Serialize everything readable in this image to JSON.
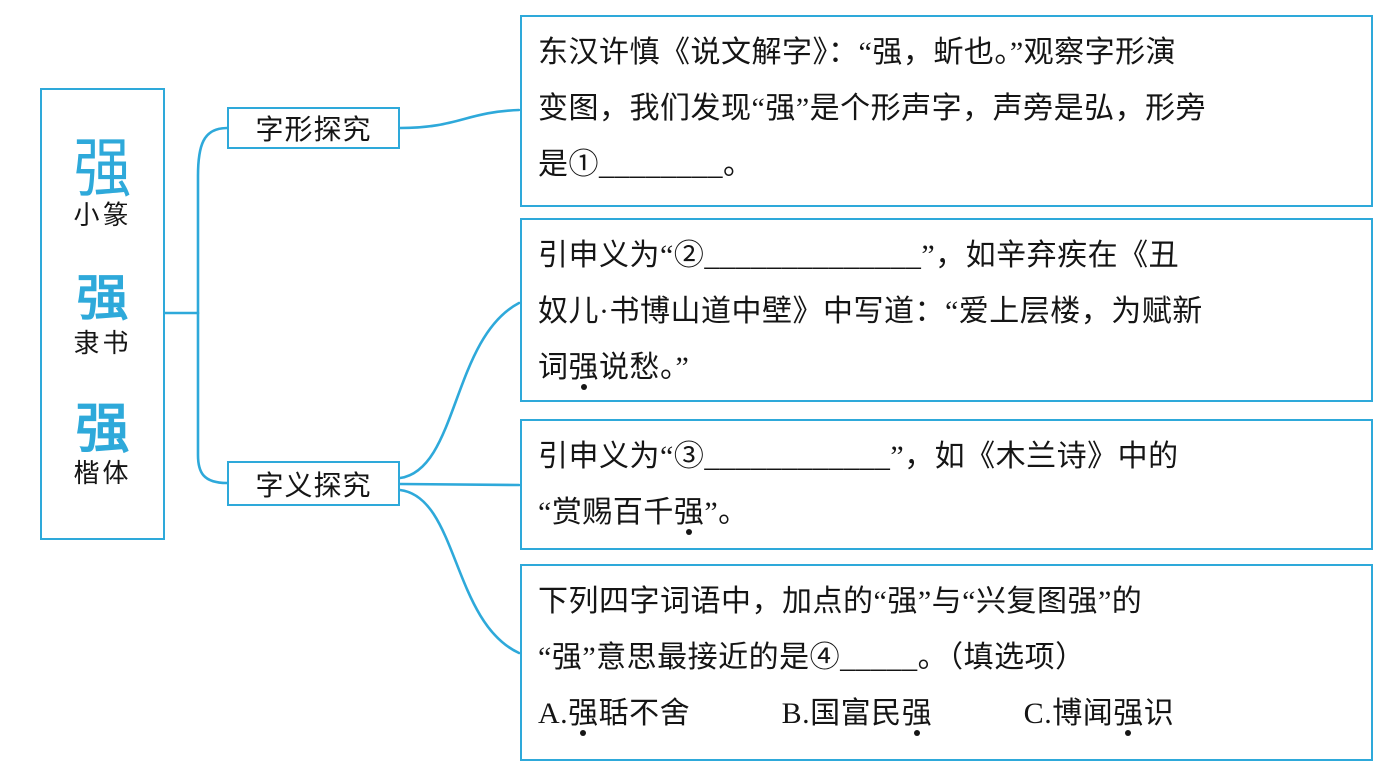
{
  "palette": {
    "accent": "#2ea9da",
    "ink": "#151515",
    "background": "#ffffff"
  },
  "left_panel": {
    "scripts": [
      {
        "glyph": "强",
        "label": "小篆"
      },
      {
        "glyph": "强",
        "label": "隶书"
      },
      {
        "glyph": "强",
        "label": "楷体"
      }
    ]
  },
  "nodes": {
    "form": {
      "label": "字形探究"
    },
    "meaning": {
      "label": "字义探究"
    }
  },
  "boxes": [
    {
      "name": "shuowen-analysis",
      "lines": [
        [
          {
            "t": "东汉许慎《说文解字》：“强，蚚也。”观察字形演"
          }
        ],
        [
          {
            "t": "变图，我们发现“强”是个形声字，声旁是弘，形旁"
          }
        ],
        [
          {
            "t": "是①________。"
          }
        ]
      ]
    },
    {
      "name": "extended-meaning-2",
      "lines": [
        [
          {
            "t": "引申义为“②______________”，如辛弃疾在《丑"
          }
        ],
        [
          {
            "t": "奴儿·书博山道中壁》中写道：“爱上层楼，为赋新"
          }
        ],
        [
          {
            "t": "词"
          },
          {
            "t": "强",
            "d": true
          },
          {
            "t": "说愁。”"
          }
        ]
      ]
    },
    {
      "name": "extended-meaning-3",
      "lines": [
        [
          {
            "t": "引申义为“③____________”，如《木兰诗》中的"
          }
        ],
        [
          {
            "t": "“赏赐百千"
          },
          {
            "t": "强",
            "d": true
          },
          {
            "t": "”。"
          }
        ]
      ]
    },
    {
      "name": "multiple-choice",
      "lines": [
        [
          {
            "t": "下列四字词语中，加点的“强”与“兴复图强”的"
          }
        ],
        [
          {
            "t": "“强”意思最接近的是④_____。（填选项）"
          }
        ],
        [
          {
            "t": "A."
          },
          {
            "t": "强",
            "d": true
          },
          {
            "t": "聒不舍　　　B.国富民"
          },
          {
            "t": "强",
            "d": true
          },
          {
            "t": "　　　C.博闻"
          },
          {
            "t": "强",
            "d": true
          },
          {
            "t": "识"
          }
        ]
      ]
    }
  ]
}
